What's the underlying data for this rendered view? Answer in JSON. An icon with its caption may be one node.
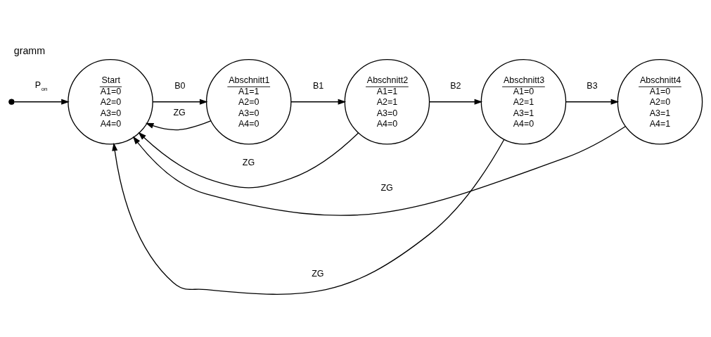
{
  "diagram": {
    "title": "gramm",
    "nodes": [
      {
        "text": [],
        "shape": "circle"
      },
      {
        "text": [
          "Start",
          "A1=0",
          "A2=0",
          "A3=0",
          "A4=0"
        ]
      },
      {
        "text": [
          "Abschnitt1",
          "A1=1",
          "A2=0",
          "A3=0",
          "A4=0"
        ]
      },
      {
        "text": [
          "Abschnitt2",
          "A1=1",
          "A2=1",
          "A3=0",
          "A4=0"
        ]
      },
      {
        "text": [
          "Abschnitt4",
          "A1=0",
          "A2=0",
          "A3=1",
          "A4=1"
        ]
      },
      {
        "text": [
          "Abschnitt3",
          "A1=0",
          "A2=1",
          "A3=1",
          "A4=0"
        ]
      }
    ],
    "edges": [
      {
        "from": 0,
        "to": 1,
        "arrow": "to",
        "label": "P$_{on}$"
      },
      {
        "from": 1,
        "to": 2,
        "arrow": "to",
        "label": "B0"
      },
      {
        "from": 2,
        "to": 1,
        "arrow": "to",
        "label": "ZG"
      },
      {
        "from": 2,
        "to": 3,
        "arrow": "to",
        "label": "B1"
      },
      {
        "from": 3,
        "to": 1,
        "arrow": "to",
        "label": "ZG"
      },
      {
        "from": 3,
        "to": 5,
        "arrow": "to",
        "label": "B2"
      },
      {
        "from": 5,
        "to": 1,
        "arrow": "to",
        "label": "ZG"
      },
      {
        "from": 5,
        "to": 4,
        "arrow": "to",
        "label": "B3"
      },
      {
        "from": 4,
        "to": 1,
        "arrow": "to",
        "label": "ZG"
      }
    ]
  }
}
